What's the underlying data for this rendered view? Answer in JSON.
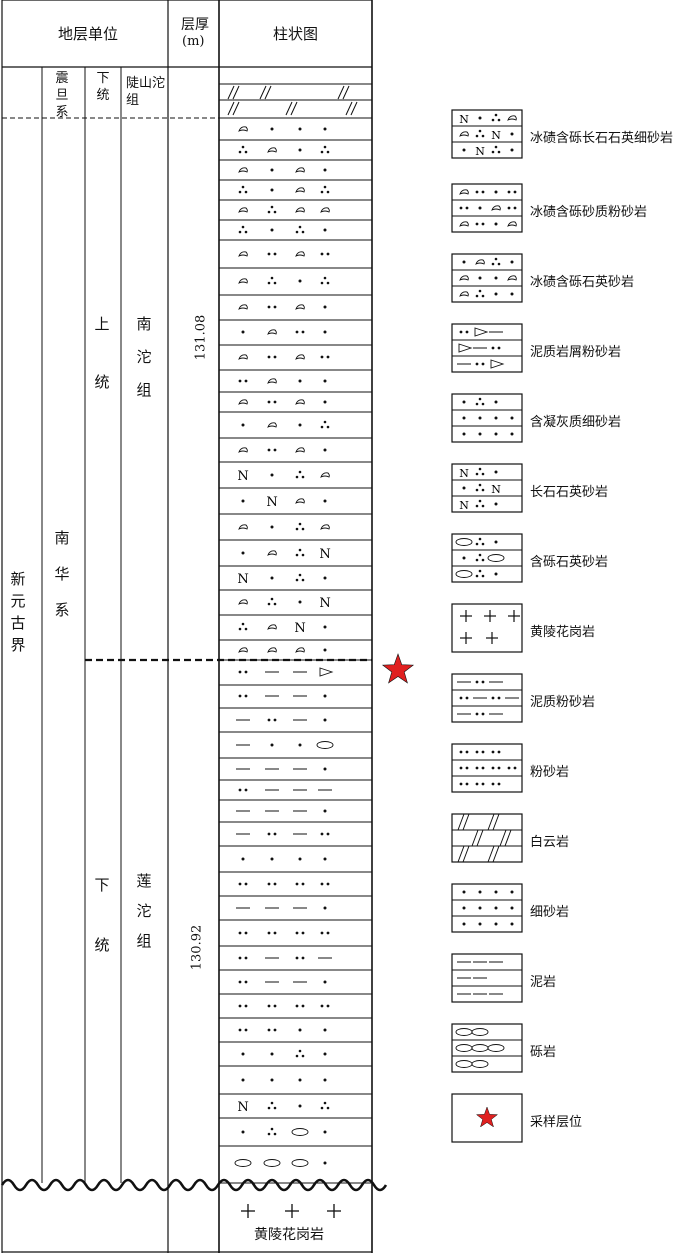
{
  "header": {
    "unit": "地层单位",
    "thickness": "层厚",
    "thickness_unit": "(m)",
    "column": "柱状图"
  },
  "strata": {
    "erathem": "新元古界",
    "sinian_system": "震旦系",
    "sinian_series": "下统",
    "sinian_formation": "陡山沱组",
    "nanhua_system": "南华系",
    "upper_series": "上统",
    "upper_formation": "南沱组",
    "upper_thickness": "131.08",
    "lower_series": "下统",
    "lower_formation": "莲沱组",
    "lower_thickness": "130.92",
    "basement": "黄陵花岗岩"
  },
  "legend": [
    {
      "label": "冰碛含砾长石石英细砂岩",
      "pattern": "glacial-feldspar"
    },
    {
      "label": "冰碛含砾砂质粉砂岩",
      "pattern": "glacial-silt"
    },
    {
      "label": "冰碛含砾石英砂岩",
      "pattern": "glacial-quartz"
    },
    {
      "label": "泥质岩屑粉砂岩",
      "pattern": "lithic-silt"
    },
    {
      "label": "含凝灰质细砂岩",
      "pattern": "tuff-sand"
    },
    {
      "label": "长石石英砂岩",
      "pattern": "feldspar-quartz"
    },
    {
      "label": "含砾石英砂岩",
      "pattern": "pebbly-quartz"
    },
    {
      "label": "黄陵花岗岩",
      "pattern": "granite"
    },
    {
      "label": "泥质粉砂岩",
      "pattern": "muddy-silt"
    },
    {
      "label": "粉砂岩",
      "pattern": "siltstone"
    },
    {
      "label": "白云岩",
      "pattern": "dolomite"
    },
    {
      "label": "细砂岩",
      "pattern": "fine-sand"
    },
    {
      "label": "泥岩",
      "pattern": "mudstone"
    },
    {
      "label": "砾岩",
      "pattern": "conglomerate"
    },
    {
      "label": "采样层位",
      "pattern": "star"
    }
  ],
  "colors": {
    "line": "#111111",
    "star": "#e02020"
  }
}
